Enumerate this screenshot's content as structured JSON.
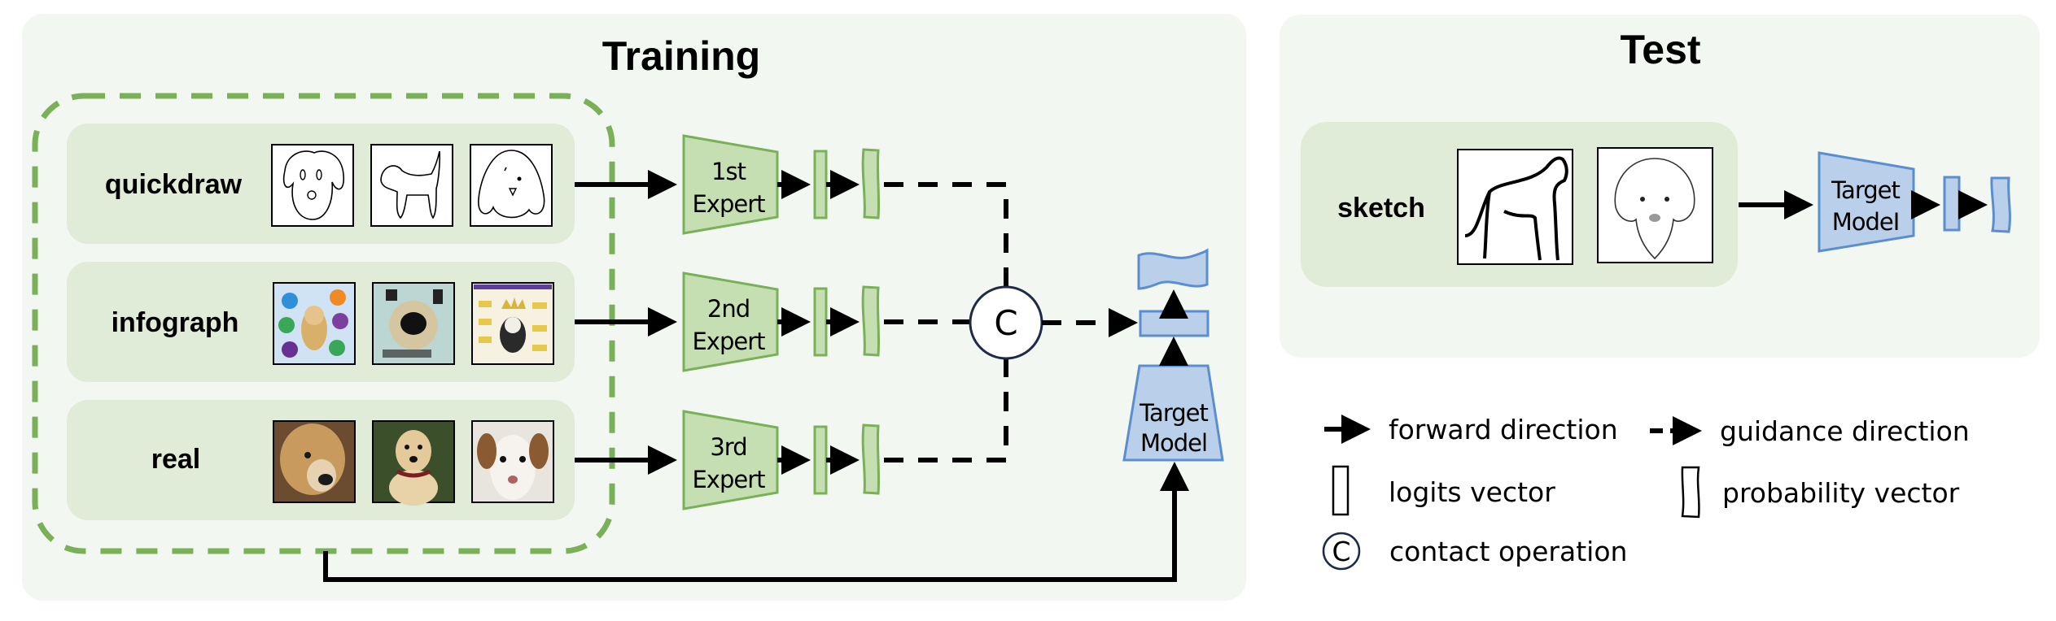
{
  "training": {
    "title": "Training",
    "domains": [
      {
        "label": "quickdraw",
        "thumbs": [
          "quickdraw dog face sketch",
          "quickdraw dog body sketch",
          "quickdraw floppy-ear dog sketch"
        ],
        "style": "sketch"
      },
      {
        "label": "infograph",
        "thumbs": [
          "puppy infographic",
          "Bernese infographic",
          "spaniel crown infographic"
        ],
        "style": "infograph"
      },
      {
        "label": "real",
        "thumbs": [
          "labrador close-up photo",
          "guide-dog labrador photo",
          "white-brown dog photo"
        ],
        "style": "photo"
      }
    ],
    "experts": [
      {
        "line1": "1st",
        "line2": "Expert"
      },
      {
        "line1": "2nd",
        "line2": "Expert"
      },
      {
        "line1": "3rd",
        "line2": "Expert"
      }
    ],
    "concat_symbol": "C",
    "target_model": {
      "line1": "Target",
      "line2": "Model"
    }
  },
  "test": {
    "title": "Test",
    "domain": {
      "label": "sketch",
      "thumbs": [
        "standing dog line sketch",
        "dog face line sketch"
      ]
    },
    "target_model": {
      "line1": "Target",
      "line2": "ModeI"
    }
  },
  "legend": {
    "forward": "forward direction",
    "guidance": "guidance  direction",
    "logits": "logits  vector",
    "probability": "probability  vector",
    "concat": "contact  operation",
    "concat_symbol": "C"
  },
  "colors": {
    "panel_bg": "#f2f8f1",
    "row_bg": "#e0ecd8",
    "green_dash": "#7ab058",
    "expert_fill": "#c5dfb2",
    "expert_stroke": "#7ab058",
    "blue_fill": "#b9cfea",
    "blue_stroke": "#5b8ed0",
    "circle_stroke": "#1f2a4a"
  }
}
